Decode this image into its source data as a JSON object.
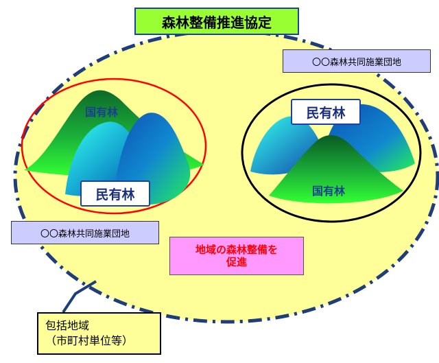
{
  "title": "森林整備推進協定",
  "group_name_top": "〇〇森林共同施業団地",
  "group_name_bottom": "〇〇森林共同施業団地",
  "national_forest_label_1": "国有林",
  "national_forest_label_2": "国有林",
  "private_forest_label_1": "民有林",
  "private_forest_label_2": "民有林",
  "promotion_text": [
    "地域の森林整備を",
    "促進"
  ],
  "region_text": [
    "包括地域",
    "（市町村単位等）"
  ],
  "colors": {
    "region_fill": "#ffff99",
    "region_border": "#1f3d7a",
    "left_ellipse": "#ff0000",
    "right_ellipse": "#000000",
    "title_fill": "#99ff33",
    "group_fill": "#ccccff",
    "promo_fill": "#ff99ff",
    "promo_text": "#ff0000"
  }
}
